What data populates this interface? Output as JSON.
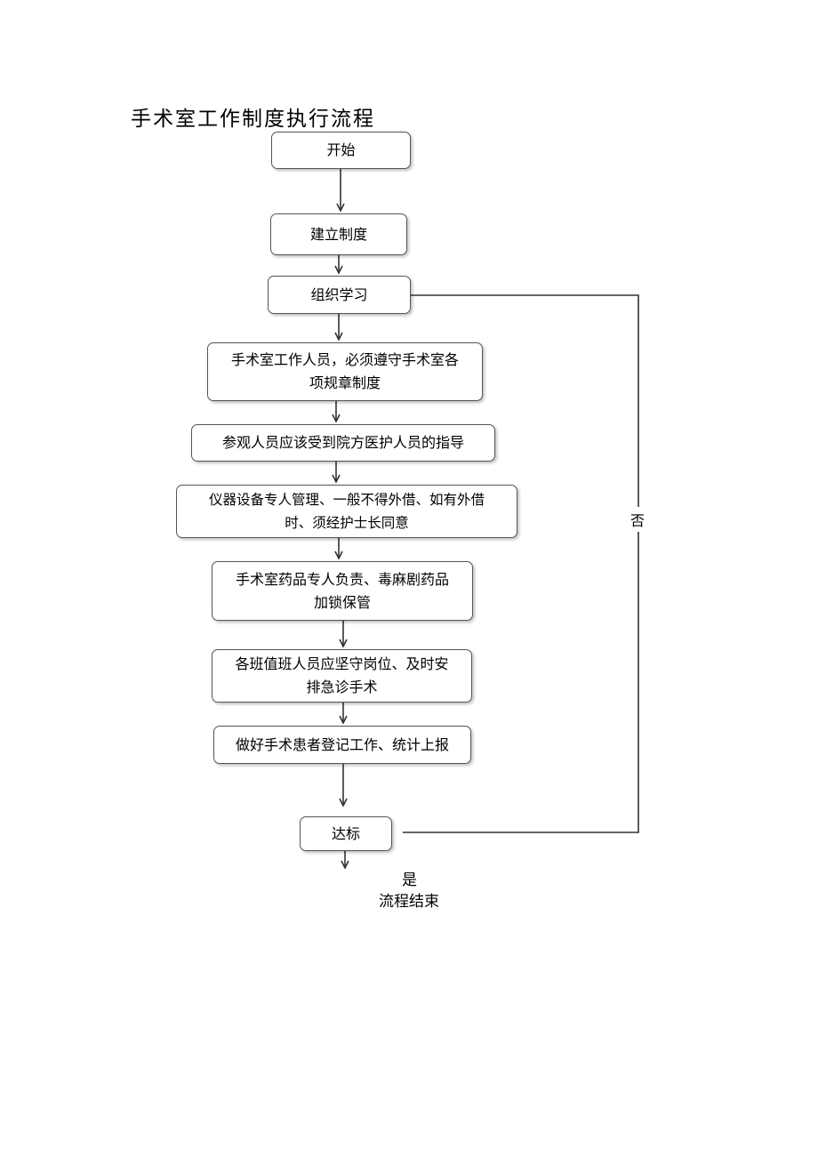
{
  "title": "手术室工作制度执行流程",
  "steps": {
    "start": "开始",
    "establish": "建立制度",
    "study": "组织学习",
    "staff_rules_line1": "手术室工作人员，必须遵守手术室各",
    "staff_rules_line2": "项规章制度",
    "visitors": "参观人员应该受到院方医护人员的指导",
    "equipment_line1": "仪器设备专人管理、一般不得外借、如有外借",
    "equipment_line2": "时、须经护士长同意",
    "drugs_line1": "手术室药品专人负责、毒麻剧药品",
    "drugs_line2": "加锁保管",
    "duty_line1": "各班值班人员应坚守岗位、及时安",
    "duty_line2": "排急诊手术",
    "register": "做好手术患者登记工作、统计上报",
    "reach": "达标"
  },
  "branches": {
    "no": "否",
    "yes": "是"
  },
  "end": "流程结束"
}
